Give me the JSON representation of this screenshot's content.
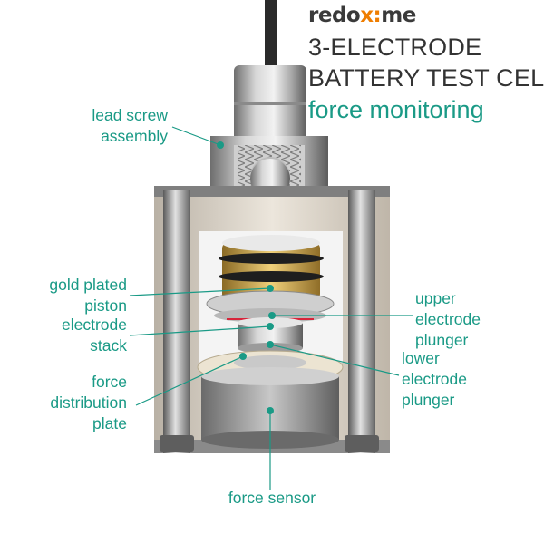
{
  "header": {
    "brand_part1": "redo",
    "brand_accent": "x:",
    "brand_part2": "me",
    "title_line1": "3-ELECTRODE",
    "title_line2": "BATTERY TEST CELL",
    "subtitle": "force monitoring"
  },
  "labels": {
    "lead_screw": [
      "lead screw",
      "assembly"
    ],
    "gold_piston": [
      "gold plated",
      "piston"
    ],
    "electrode_stack": [
      "electrode",
      "stack"
    ],
    "force_plate": [
      "force",
      "distribution",
      "plate"
    ],
    "upper_plunger": [
      "upper",
      "electrode",
      "plunger"
    ],
    "lower_plunger": [
      "lower",
      "electrode",
      "plunger"
    ],
    "force_sensor": "force sensor"
  },
  "colors": {
    "label": "#1a9a86",
    "title": "#333333",
    "brand_accent": "#ef7d00",
    "steel": "#a9a9a9",
    "housing": "#d8d0c4",
    "gold": "#c9a24a",
    "insulator_ring": "#e0d6c0"
  }
}
